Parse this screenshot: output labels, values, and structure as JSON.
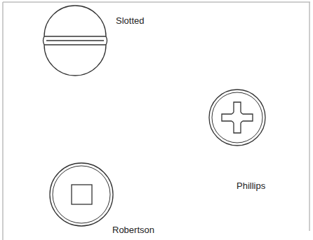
{
  "diagram": {
    "labels": [
      "Slotted",
      "Phillips",
      "Robertson"
    ]
  }
}
